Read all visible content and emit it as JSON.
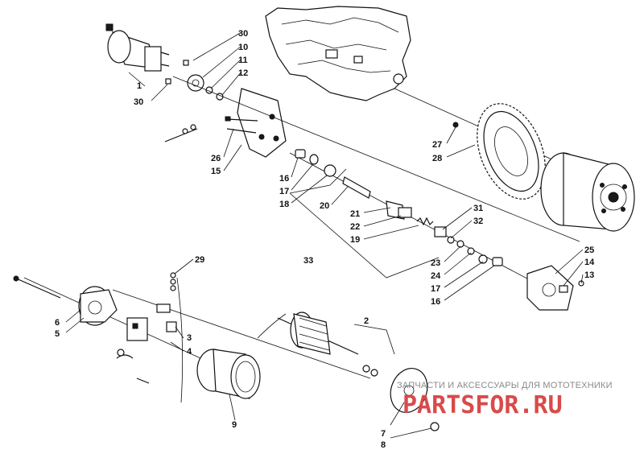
{
  "callouts": [
    {
      "id": "c1",
      "text": "1"
    },
    {
      "id": "c30a",
      "text": "30"
    },
    {
      "id": "c10",
      "text": "10"
    },
    {
      "id": "c11",
      "text": "11"
    },
    {
      "id": "c12",
      "text": "12"
    },
    {
      "id": "c30b",
      "text": "30"
    },
    {
      "id": "c26",
      "text": "26"
    },
    {
      "id": "c15",
      "text": "15"
    },
    {
      "id": "c27",
      "text": "27"
    },
    {
      "id": "c28",
      "text": "28"
    },
    {
      "id": "c16a",
      "text": "16"
    },
    {
      "id": "c17a",
      "text": "17"
    },
    {
      "id": "c18",
      "text": "18"
    },
    {
      "id": "c20",
      "text": "20"
    },
    {
      "id": "c21",
      "text": "21"
    },
    {
      "id": "c22",
      "text": "22"
    },
    {
      "id": "c19",
      "text": "19"
    },
    {
      "id": "c31",
      "text": "31"
    },
    {
      "id": "c32",
      "text": "32"
    },
    {
      "id": "c33",
      "text": "33"
    },
    {
      "id": "c23",
      "text": "23"
    },
    {
      "id": "c24",
      "text": "24"
    },
    {
      "id": "c17b",
      "text": "17"
    },
    {
      "id": "c16b",
      "text": "16"
    },
    {
      "id": "c25",
      "text": "25"
    },
    {
      "id": "c14",
      "text": "14"
    },
    {
      "id": "c13",
      "text": "13"
    },
    {
      "id": "c29",
      "text": "29"
    },
    {
      "id": "c6",
      "text": "6"
    },
    {
      "id": "c5",
      "text": "5"
    },
    {
      "id": "c3",
      "text": "3"
    },
    {
      "id": "c4",
      "text": "4"
    },
    {
      "id": "c2",
      "text": "2"
    },
    {
      "id": "c9",
      "text": "9"
    },
    {
      "id": "c7",
      "text": "7"
    },
    {
      "id": "c8",
      "text": "8"
    }
  ],
  "watermark": {
    "tagline": "ЗАПЧАСТИ И АКСЕССУАРЫ ДЛЯ МОТОТЕХНИКИ",
    "brand": "PARTSFOR.RU",
    "brand_color": "#d94a4a"
  }
}
